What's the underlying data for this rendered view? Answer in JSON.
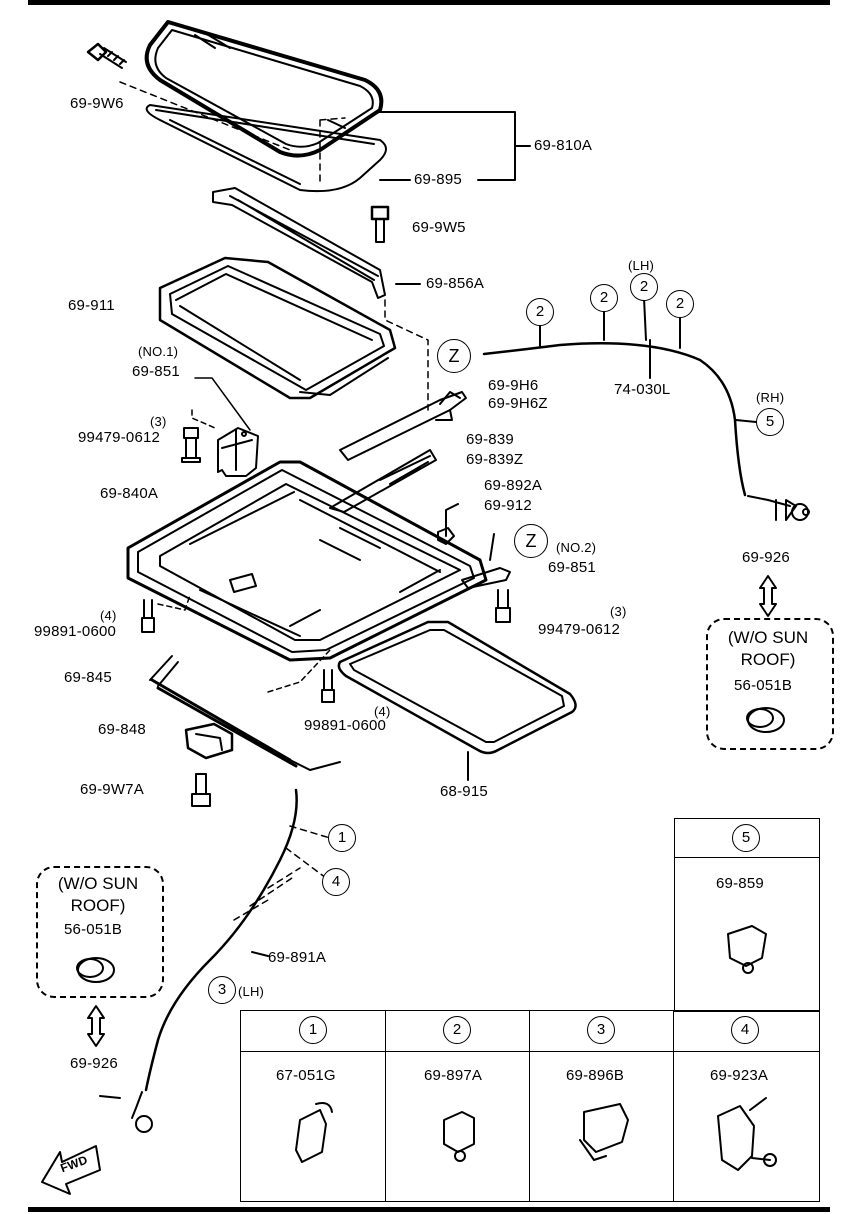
{
  "callouts": {
    "p69_9w6": "69-9W6",
    "p69_810a": "69-810A",
    "p69_895": "69-895",
    "p69_9w5": "69-9W5",
    "p69_856a": "69-856A",
    "p69_911": "69-911",
    "no1": "(NO.1)",
    "p69_851a": "69-851",
    "qty3a": "(3)",
    "p99479_a": "99479-0612",
    "p69_9h6": "69-9H6",
    "p69_9h6z": "69-9H6Z",
    "p69_839": "69-839",
    "p69_839z": "69-839Z",
    "p69_892a": "69-892A",
    "p69_912": "69-912",
    "p69_840a": "69-840A",
    "no2": "(NO.2)",
    "p69_851b": "69-851",
    "qty4a": "(4)",
    "p99891_a": "99891-0600",
    "qty3b": "(3)",
    "p99479_b": "99479-0612",
    "p69_845": "69-845",
    "p99891_b": "99891-0600",
    "qty4b": "(4)",
    "p69_848": "69-848",
    "p69_9w7a": "69-9W7A",
    "p68_915": "68-915",
    "p69_891a": "69-891A",
    "lh_small": "(LH)",
    "lh_top": "(LH)",
    "rh": "(RH)",
    "p74_030l": "74-030L",
    "p69_926_right": "69-926",
    "p69_926_left": "69-926",
    "fwd": "FWD"
  },
  "markers": {
    "z_left": "Z",
    "z_right": "Z",
    "c1": "1",
    "c4": "4",
    "c3": "3",
    "c2a": "2",
    "c2b": "2",
    "c2c": "2",
    "c2d": "2",
    "c5": "5"
  },
  "option_boxes": {
    "right": {
      "line1": "(W/O SUN",
      "line2": "ROOF)",
      "part": "56-051B"
    },
    "left": {
      "line1": "(W/O SUN",
      "line2": "ROOF)",
      "part": "56-051B"
    }
  },
  "parts_table": {
    "clips": [
      {
        "num": "1",
        "part": "67-051G"
      },
      {
        "num": "2",
        "part": "69-897A"
      },
      {
        "num": "3",
        "part": "69-896B"
      },
      {
        "num": "4",
        "part": "69-923A"
      }
    ],
    "extra": {
      "num": "5",
      "part": "69-859"
    }
  }
}
